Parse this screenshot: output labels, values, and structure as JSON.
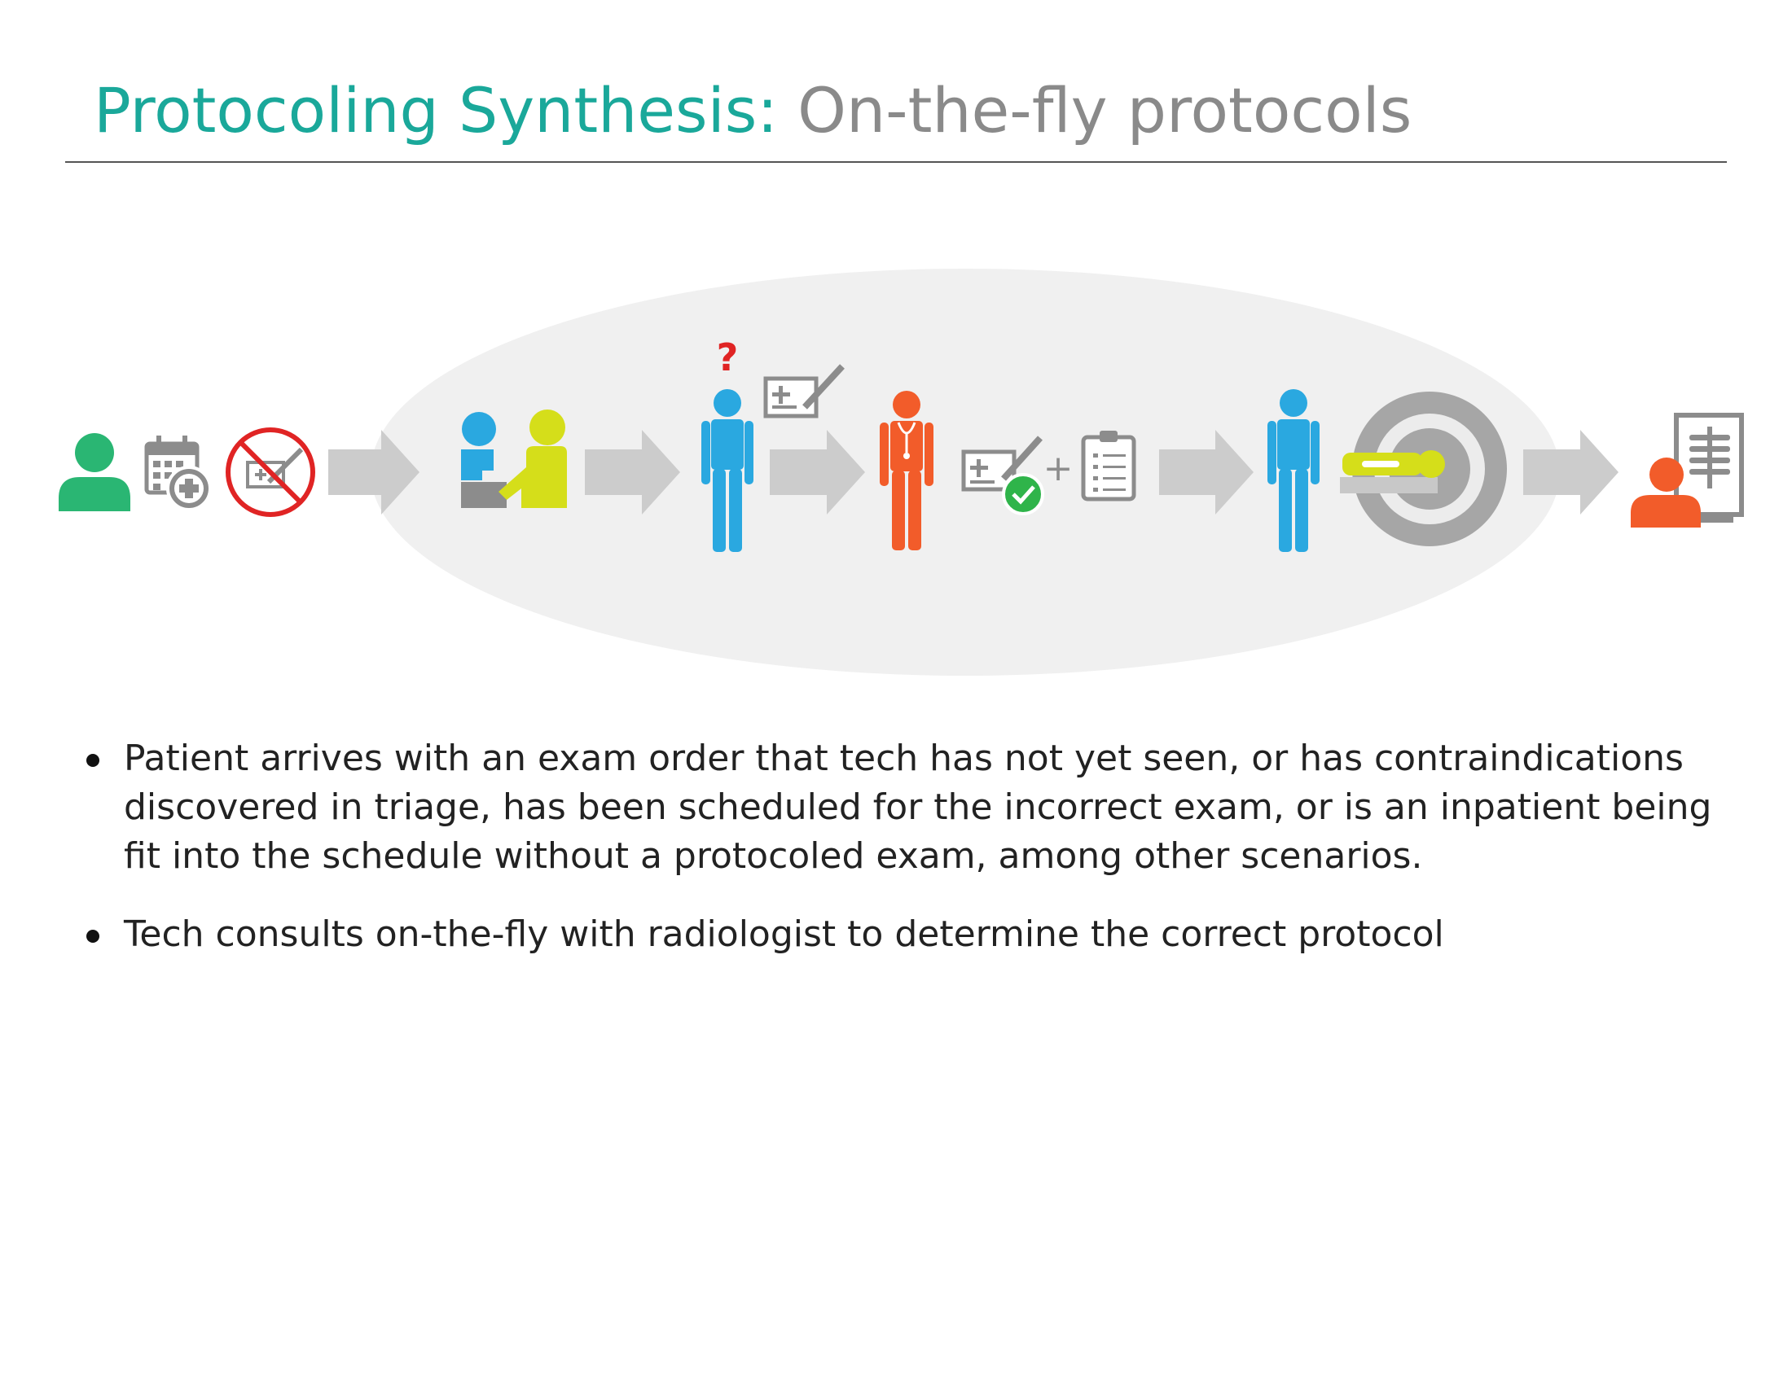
{
  "title": {
    "accent": "Protocoling Synthesis:",
    "rest": "On-the-fly protocols"
  },
  "diagram": {
    "question_mark": "?",
    "plus_sign": "+",
    "colors": {
      "patient": "#2ab673",
      "tech": "#2aa8e0",
      "radiologist": "#f25c2a",
      "scheduler": "#d5de1a",
      "gray_icon": "#8c8c8c",
      "arrow": "#cccccc",
      "ellipse": "#f0f0f0",
      "no_sign": "#e02424",
      "check": "#2fb44a"
    },
    "icons": [
      "patient-icon",
      "calendar-add-icon",
      "no-order-icon",
      "scheduling-icon",
      "tech-icon",
      "order-form-icon",
      "radiologist-icon",
      "approved-order-icon",
      "checklist-icon",
      "scanner-icon",
      "physician-review-icon"
    ]
  },
  "bullets": [
    "Patient arrives with an exam order that tech has not yet seen, or has contraindications discovered in triage, has been scheduled for the incorrect exam, or is an inpatient being fit into the schedule without a protocoled exam, among other scenarios.",
    "Tech consults on-the-fly with radiologist to determine the correct protocol"
  ]
}
